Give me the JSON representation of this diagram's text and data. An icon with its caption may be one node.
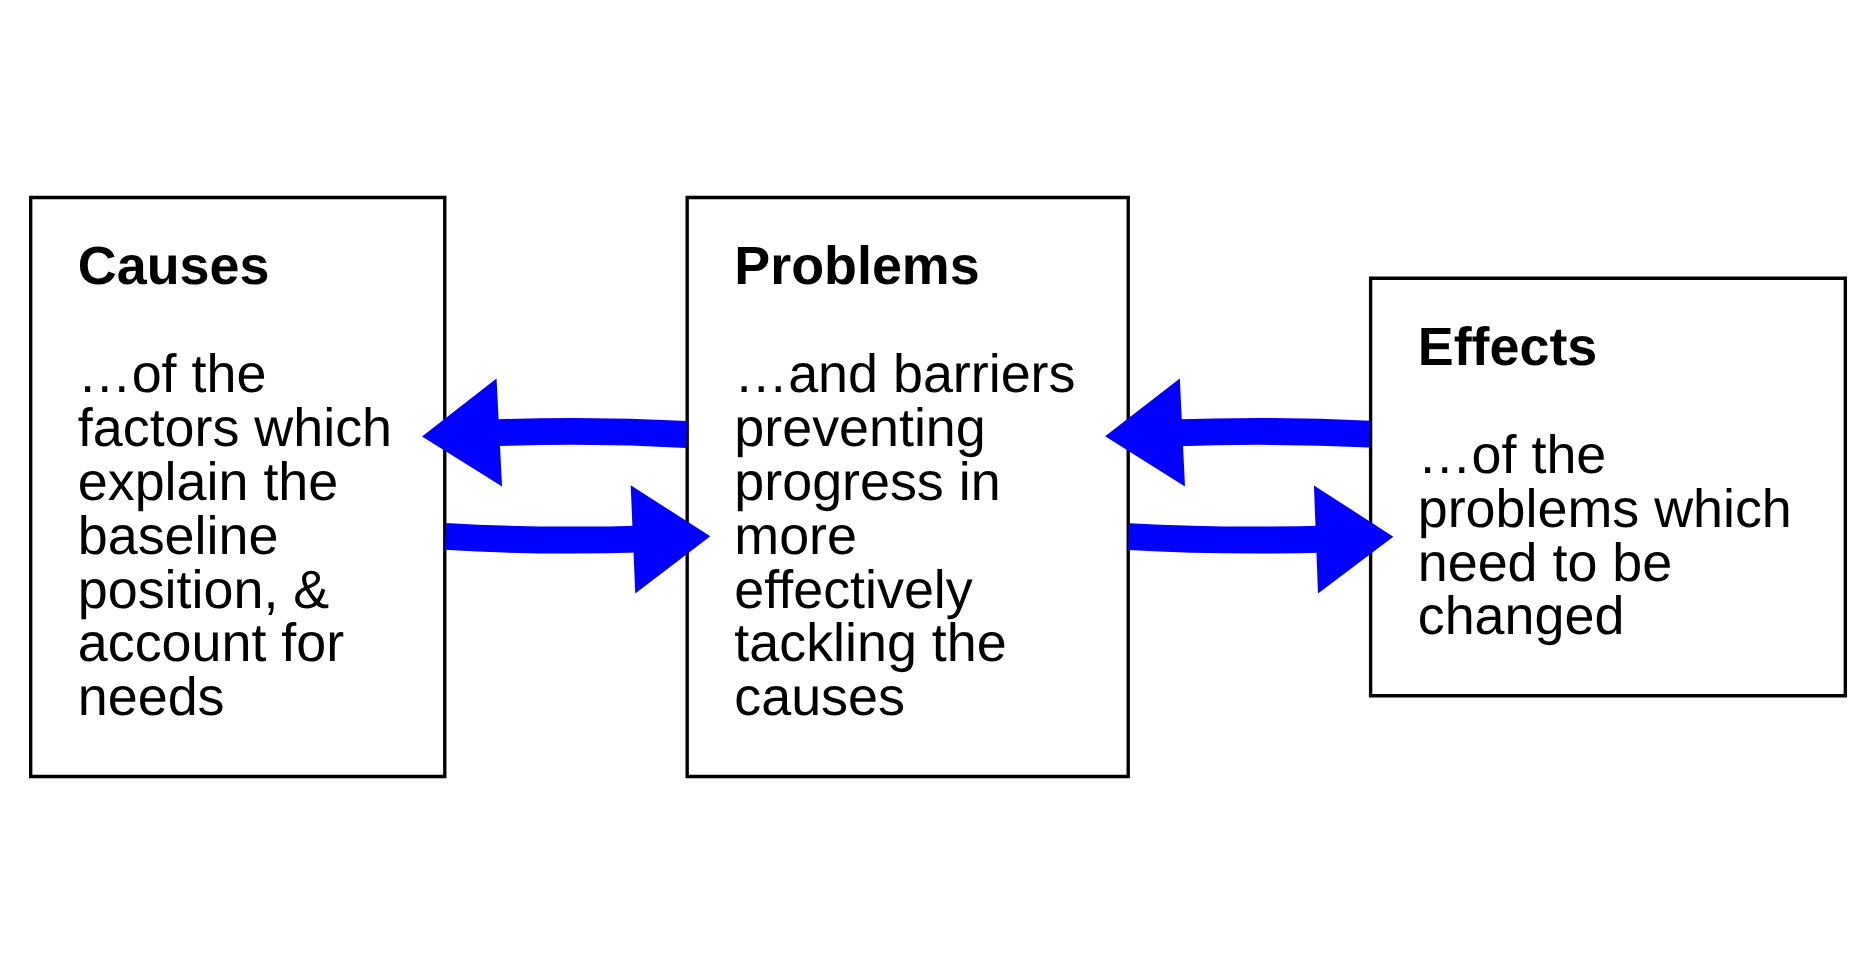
{
  "diagram": {
    "nodes": [
      {
        "text": [
          "Causes",
          "…of the factors which explain the baseline position, & account for needs"
        ]
      },
      {
        "text": [
          "Problems",
          "…and barriers preventing progress in more effectively tackling the causes"
        ]
      },
      {
        "text": [
          "Effects",
          "…of the problems which need to be changed"
        ]
      }
    ],
    "edges": [
      {
        "from": 1,
        "to": 0,
        "arrow": "to"
      },
      {
        "from": 0,
        "to": 1,
        "arrow": "to"
      },
      {
        "from": 2,
        "to": 1,
        "arrow": "to"
      },
      {
        "from": 1,
        "to": 2,
        "arrow": "to"
      }
    ]
  }
}
